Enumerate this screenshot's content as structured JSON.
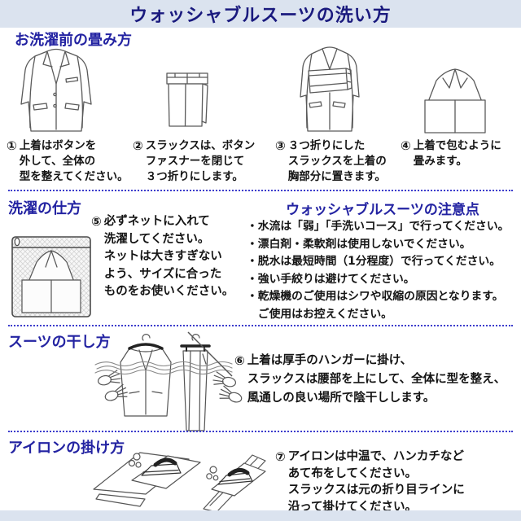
{
  "page": {
    "title": "ウォッシャブルスーツの洗い方"
  },
  "colors": {
    "band_bg": "#dbe3ef",
    "title_text": "#1a1a7e",
    "heading_text": "#2323a2",
    "body_text": "#141414",
    "divider": "#3c3ccc",
    "line_art": "#5a5a5a"
  },
  "sections": {
    "folding": {
      "heading": "お洗濯前の畳み方",
      "steps": [
        {
          "num": "①",
          "text": "上着はボタンを\n外して、全体の\n型を整えてください。"
        },
        {
          "num": "②",
          "text": "スラックスは、ボタン\nファスナーを閉じて\n３つ折りにします。"
        },
        {
          "num": "③",
          "text": "３つ折りにした\nスラックスを上着の\n胸部分に置きます。"
        },
        {
          "num": "④",
          "text": "上着で包むように\n畳みます。"
        }
      ]
    },
    "washing": {
      "heading": "洗濯の仕方",
      "step_num": "⑤",
      "step_text": "必ずネットに入れて\n洗濯してください。\nネットは大きすぎない\nよう、サイズに合った\nものをお使いください。"
    },
    "cautions": {
      "heading": "ウォッシャブルスーツの注意点",
      "bullet": "・",
      "items": [
        "水流は「弱」「手洗いコース」で行ってください。",
        "漂白剤・柔軟剤は使用しないでください。",
        "脱水は最短時間（1分程度）で行ってください。",
        "強い手絞りは避けてください。",
        "乾燥機のご使用はシワや収縮の原因となります。\nご使用はお控えください。"
      ]
    },
    "drying": {
      "heading": "スーツの干し方",
      "step_num": "⑥",
      "step_text": "上着は厚手のハンガーに掛け、\nスラックスは腰部を上にして、全体に型を整え、\n風通しの良い場所で陰干しします。"
    },
    "ironing": {
      "heading": "アイロンの掛け方",
      "step_num": "⑦",
      "step_text": "アイロンは中温で、ハンカチなど\nあて布をしてください。\nスラックスは元の折り目ラインに\n沿って掛けてください。"
    }
  }
}
